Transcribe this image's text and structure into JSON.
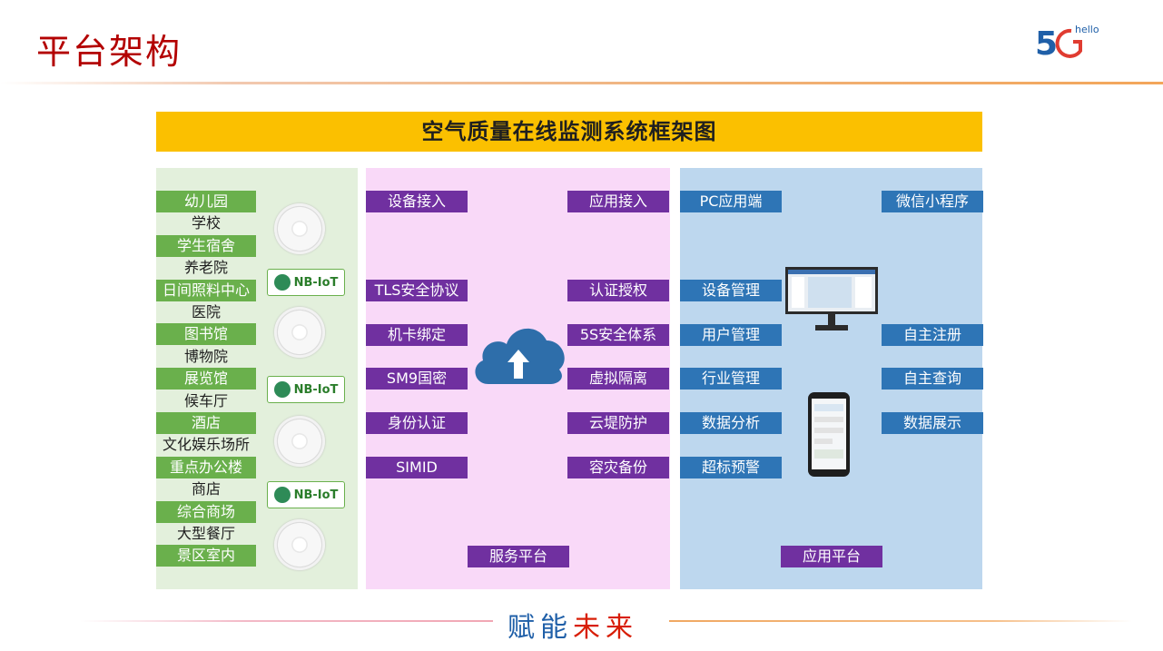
{
  "page": {
    "title": "平台架构"
  },
  "logo": {
    "text": "hello"
  },
  "banner": {
    "title": "空气质量在线监测系统框架图"
  },
  "left_panel": {
    "items": [
      {
        "label": "幼儿园",
        "style": "green"
      },
      {
        "label": "学校",
        "style": "plain"
      },
      {
        "label": "学生宿舍",
        "style": "green"
      },
      {
        "label": "养老院",
        "style": "plain"
      },
      {
        "label": "日间照料中心",
        "style": "green"
      },
      {
        "label": "医院",
        "style": "plain"
      },
      {
        "label": "图书馆",
        "style": "green"
      },
      {
        "label": "博物院",
        "style": "plain"
      },
      {
        "label": "展览馆",
        "style": "green"
      },
      {
        "label": "候车厅",
        "style": "plain"
      },
      {
        "label": "酒店",
        "style": "green"
      },
      {
        "label": "文化娱乐场所",
        "style": "plain"
      },
      {
        "label": "重点办公楼",
        "style": "green"
      },
      {
        "label": "商店",
        "style": "plain"
      },
      {
        "label": "综合商场",
        "style": "green"
      },
      {
        "label": "大型餐厅",
        "style": "plain"
      },
      {
        "label": "景区室内",
        "style": "green"
      }
    ],
    "nbiot_label": "NB-IoT"
  },
  "middle_panel": {
    "left_items": [
      "设备接入",
      "TLS安全协议",
      "机卡绑定",
      "SM9国密",
      "身份认证",
      "SIMID"
    ],
    "right_items": [
      "应用接入",
      "认证授权",
      "5S安全体系",
      "虚拟隔离",
      "云堤防护",
      "容灾备份"
    ],
    "footer": "服务平台"
  },
  "right_panel": {
    "left_items": [
      "PC应用端",
      "设备管理",
      "用户管理",
      "行业管理",
      "数据分析",
      "超标预警"
    ],
    "right_items": [
      "微信小程序",
      "自主注册",
      "自主查询",
      "数据展示"
    ],
    "footer": "应用平台"
  },
  "tagline": {
    "part1": "赋能",
    "part2": "未来"
  },
  "colors": {
    "title_red": "#b30000",
    "banner_yellow": "#fbc000",
    "green": "#6ab04c",
    "purple": "#7030a0",
    "blue": "#2e75b6"
  }
}
